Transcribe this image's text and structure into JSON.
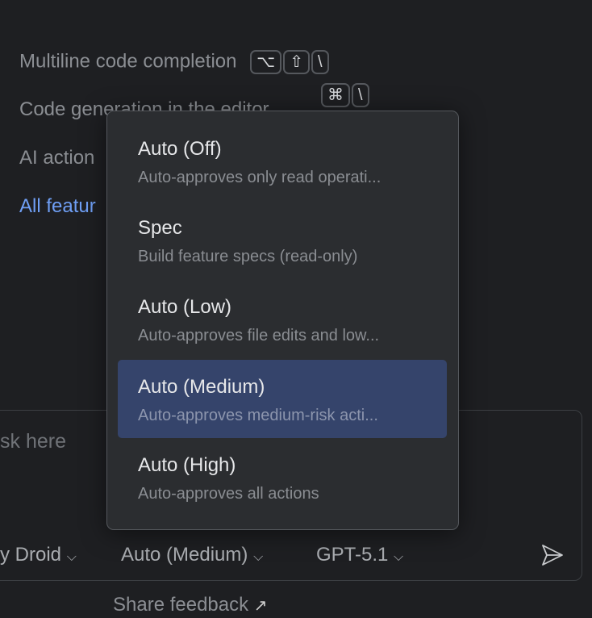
{
  "features": [
    {
      "label": "Multiline code completion",
      "keys": [
        "⌥",
        "⇧",
        "\\"
      ]
    },
    {
      "label": "Code generation in the editor",
      "keys": [
        "⌘",
        "\\"
      ]
    },
    {
      "label": "AI action"
    }
  ],
  "all_features_link": "All featur",
  "input": {
    "placeholder": "sk here",
    "agent_selector": "y Droid",
    "mode_selector": "Auto (Medium)",
    "model_selector": "GPT-5.1"
  },
  "share_feedback": "Share feedback",
  "menu": {
    "items": [
      {
        "title": "Auto (Off)",
        "desc": "Auto-approves only read operati..."
      },
      {
        "title": "Spec",
        "desc": "Build feature specs (read-only)"
      },
      {
        "title": "Auto (Low)",
        "desc": "Auto-approves file edits and low..."
      },
      {
        "title": "Auto (Medium)",
        "desc": "Auto-approves medium-risk acti...",
        "selected": true
      },
      {
        "title": "Auto (High)",
        "desc": "Auto-approves all actions"
      }
    ]
  },
  "colors": {
    "accent": "#6f9ff5",
    "selected": "#35446b"
  }
}
